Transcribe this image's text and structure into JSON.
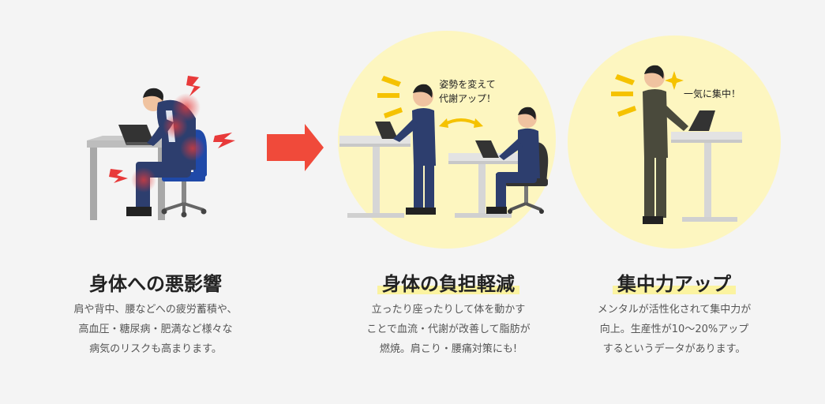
{
  "sections": [
    {
      "title": "身体への悪影響",
      "desc_lines": [
        "肩や背中、腰などへの疲労蓄積や、",
        "高血圧・糖尿病・肥満など様々な",
        "病気のリスクも高まります。"
      ]
    },
    {
      "title": "身体の負担軽減",
      "desc_lines": [
        "立ったり座ったりして体を動かす",
        "ことで血流・代謝が改善して脂肪が",
        "燃焼。肩こり・腰痛対策にも!"
      ],
      "bubble_lines": [
        "姿勢を変えて",
        "代謝アップ！"
      ]
    },
    {
      "title": "集中力アップ",
      "desc_lines": [
        "メンタルが活性化されて集中力が",
        "向上。生産性が10～20%アップ",
        "するというデータがあります。"
      ],
      "bubble_lines": [
        "一気に集中！"
      ]
    }
  ],
  "colors": {
    "background": "#f4f4f4",
    "circle": "#fdf6c0",
    "title_highlight": "#fbf3a0",
    "arrow": "#f04a3a",
    "pain": "#e83a3a",
    "accent_yellow": "#f5c200",
    "suit_navy": "#2d3e6e",
    "suit_grey": "#4a4a3c"
  },
  "icons": [
    "pain-bolt-icon",
    "next-arrow-icon",
    "emphasis-lines-icon",
    "sparkle-icon",
    "switch-arrow-icon"
  ]
}
